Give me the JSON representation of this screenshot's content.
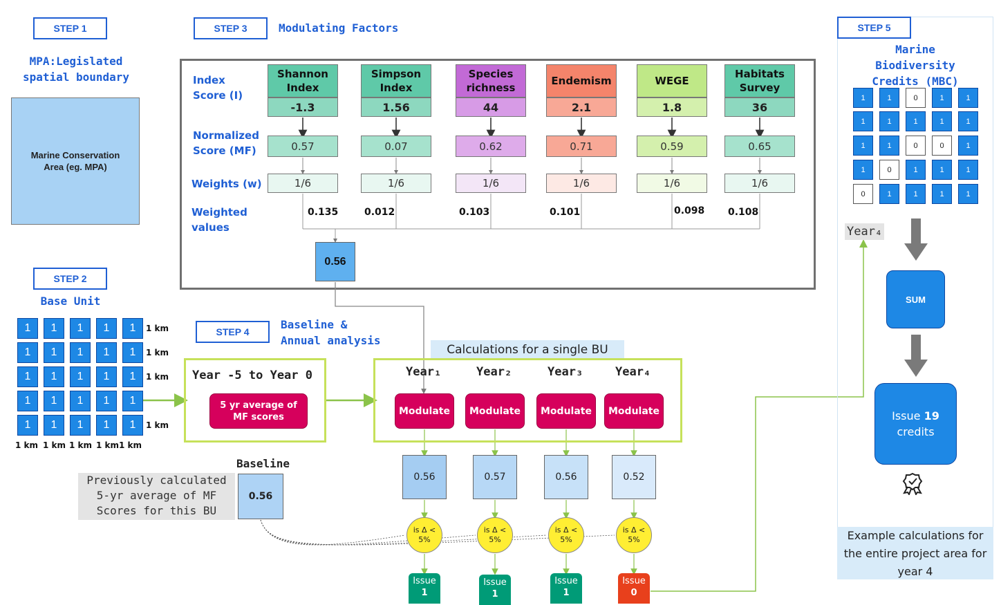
{
  "steps": {
    "step1": "STEP 1",
    "step2": "STEP 2",
    "step3": "STEP 3",
    "step4": "STEP 4",
    "step5": "STEP 5"
  },
  "step1": {
    "title_line1": "MPA:Legislated",
    "title_line2": "spatial boundary",
    "area_line1": "Marine Conservation",
    "area_line2": "Area (eg. MPA)"
  },
  "step2": {
    "title": "Base Unit",
    "cell_value": "1",
    "grid_rows": 5,
    "grid_cols": 5,
    "km_label": "1 km",
    "row_km_labels": [
      "1 km",
      "1 km",
      "1 km",
      "",
      "1 km"
    ],
    "bottom_km_labels": [
      "1 km",
      "1 km",
      "1 km",
      "1 km",
      "1 km"
    ]
  },
  "step3": {
    "title": "Modulating Factors",
    "row_labels": {
      "index_line1": "Index",
      "index_line2": "Score (I)",
      "norm_line1": "Normalized",
      "norm_line2": "Score (MF)",
      "weights": "Weights (w)",
      "weighted_line1": "Weighted",
      "weighted_line2": "values"
    },
    "factors": [
      {
        "name_line1": "Shannon",
        "name_line2": "Index",
        "index": "-1.3",
        "normalized": "0.57",
        "weight": "1/6",
        "weighted": "0.135",
        "header_color": "#5fc9a8",
        "index_color": "#8dd8bf",
        "norm_color": "#a6e2cd",
        "weight_color": "#e8f7f1"
      },
      {
        "name_line1": "Simpson",
        "name_line2": "Index",
        "index": "1.56",
        "normalized": "0.07",
        "weight": "1/6",
        "weighted": "0.012",
        "header_color": "#5fc9a8",
        "index_color": "#8dd8bf",
        "norm_color": "#a6e2cd",
        "weight_color": "#e8f7f1"
      },
      {
        "name_line1": "Species",
        "name_line2": "richness",
        "index": "44",
        "normalized": "0.62",
        "weight": "1/6",
        "weighted": "0.103",
        "header_color": "#c26ad6",
        "index_color": "#d79be6",
        "norm_color": "#deabea",
        "weight_color": "#f3e6f7"
      },
      {
        "name_line1": "Endemism",
        "name_line2": "",
        "index": "2.1",
        "normalized": "0.71",
        "weight": "1/6",
        "weighted": "0.101",
        "header_color": "#f4846b",
        "index_color": "#f8a896",
        "norm_color": "#f8a896",
        "weight_color": "#fde9e4"
      },
      {
        "name_line1": "WEGE",
        "name_line2": "",
        "index": "1.8",
        "normalized": "0.59",
        "weight": "1/6",
        "weighted": "0.098",
        "header_color": "#bfe887",
        "index_color": "#d4f0ad",
        "norm_color": "#d4f0ad",
        "weight_color": "#f1fae5"
      },
      {
        "name_line1": "Habitats",
        "name_line2": "Survey",
        "index": "36",
        "normalized": "0.65",
        "weight": "1/6",
        "weighted": "0.108",
        "header_color": "#5fc9a8",
        "index_color": "#8dd8bf",
        "norm_color": "#a6e2cd",
        "weight_color": "#e8f7f1"
      }
    ],
    "total": "0.56"
  },
  "step4": {
    "title_line1": "Baseline &",
    "title_line2": "Annual analysis",
    "period": "Year -5 to Year 0",
    "avg_line1": "5 yr average of",
    "avg_line2": "MF scores",
    "calc_title": "Calculations for a single BU",
    "baseline_label": "Baseline",
    "baseline_value": "0.56",
    "prev_line1": "Previously calculated",
    "prev_line2": "5-yr average of MF",
    "prev_line3": "Scores for this BU",
    "modulate_label": "Modulate",
    "years": [
      {
        "label": "Year₁",
        "result": "0.56",
        "check_line1": "is Δ <",
        "check_line2": "5%",
        "issue_label": "Issue",
        "issue_value": "1",
        "issue_color": "#009b77",
        "result_color": "#a5cdf2"
      },
      {
        "label": "Year₂",
        "result": "0.57",
        "check_line1": "is Δ <",
        "check_line2": "5%",
        "issue_label": "Issue",
        "issue_value": "1",
        "issue_color": "#009b77",
        "result_color": "#b7d8f6"
      },
      {
        "label": "Year₃",
        "result": "0.56",
        "check_line1": "is Δ <",
        "check_line2": "5%",
        "issue_label": "Issue",
        "issue_value": "1",
        "issue_color": "#009b77",
        "result_color": "#c7e1f8"
      },
      {
        "label": "Year₄",
        "result": "0.52",
        "check_line1": "is Δ <",
        "check_line2": "5%",
        "issue_label": "Issue",
        "issue_value": "0",
        "issue_color": "#e8401c",
        "result_color": "#d9eafb"
      }
    ]
  },
  "step5": {
    "title_line1": "Marine",
    "title_line2": "Biodiversity",
    "title_line3": "Credits (MBC)",
    "grid": [
      [
        "1",
        "1",
        "0",
        "1",
        "1"
      ],
      [
        "1",
        "1",
        "1",
        "1",
        "1"
      ],
      [
        "1",
        "1",
        "0",
        "0",
        "1"
      ],
      [
        "1",
        "0",
        "1",
        "1",
        "1"
      ],
      [
        "0",
        "1",
        "1",
        "1",
        "1"
      ]
    ],
    "year_tag": "Year₄",
    "sum_label": "SUM",
    "issue_line1_prefix": "Issue",
    "issue_count": "19",
    "issue_line2": "credits",
    "caption_line1": "Example calculations for",
    "caption_line2": "the entire project area for",
    "caption_line3": "year 4",
    "icon": "award-ribbon-icon"
  },
  "colors": {
    "accent_blue": "#1f5fd4",
    "cell_blue": "#1e88e5",
    "modulate": "#d6005c",
    "green_line": "#8bc34a",
    "check_yellow": "#ffee33"
  }
}
